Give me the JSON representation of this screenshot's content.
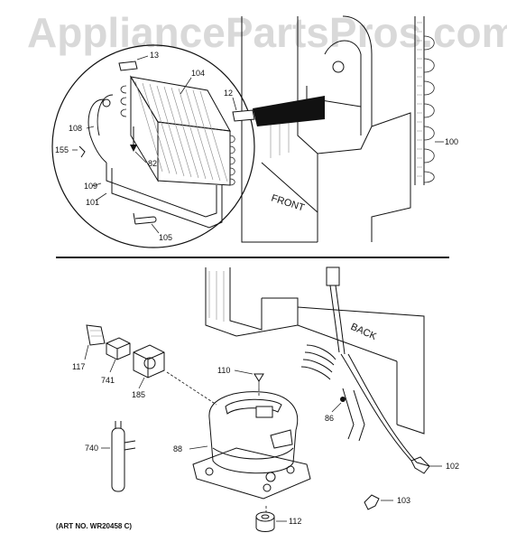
{
  "watermark": "AppliancePartsPros.com",
  "art_no": "(ART NO. WR20458 C)",
  "callouts": {
    "c13": "13",
    "c104": "104",
    "c12": "12",
    "c108": "108",
    "c155": "155",
    "c82": "82",
    "c109": "109",
    "c101": "101",
    "c105": "105",
    "c100": "100",
    "c117": "117",
    "c741": "741",
    "c185": "185",
    "c110": "110",
    "c86": "86",
    "c740": "740",
    "c88": "88",
    "c102": "102",
    "c103": "103",
    "c112": "112"
  },
  "orientation_labels": {
    "front": "FRONT",
    "back": "BACK"
  }
}
